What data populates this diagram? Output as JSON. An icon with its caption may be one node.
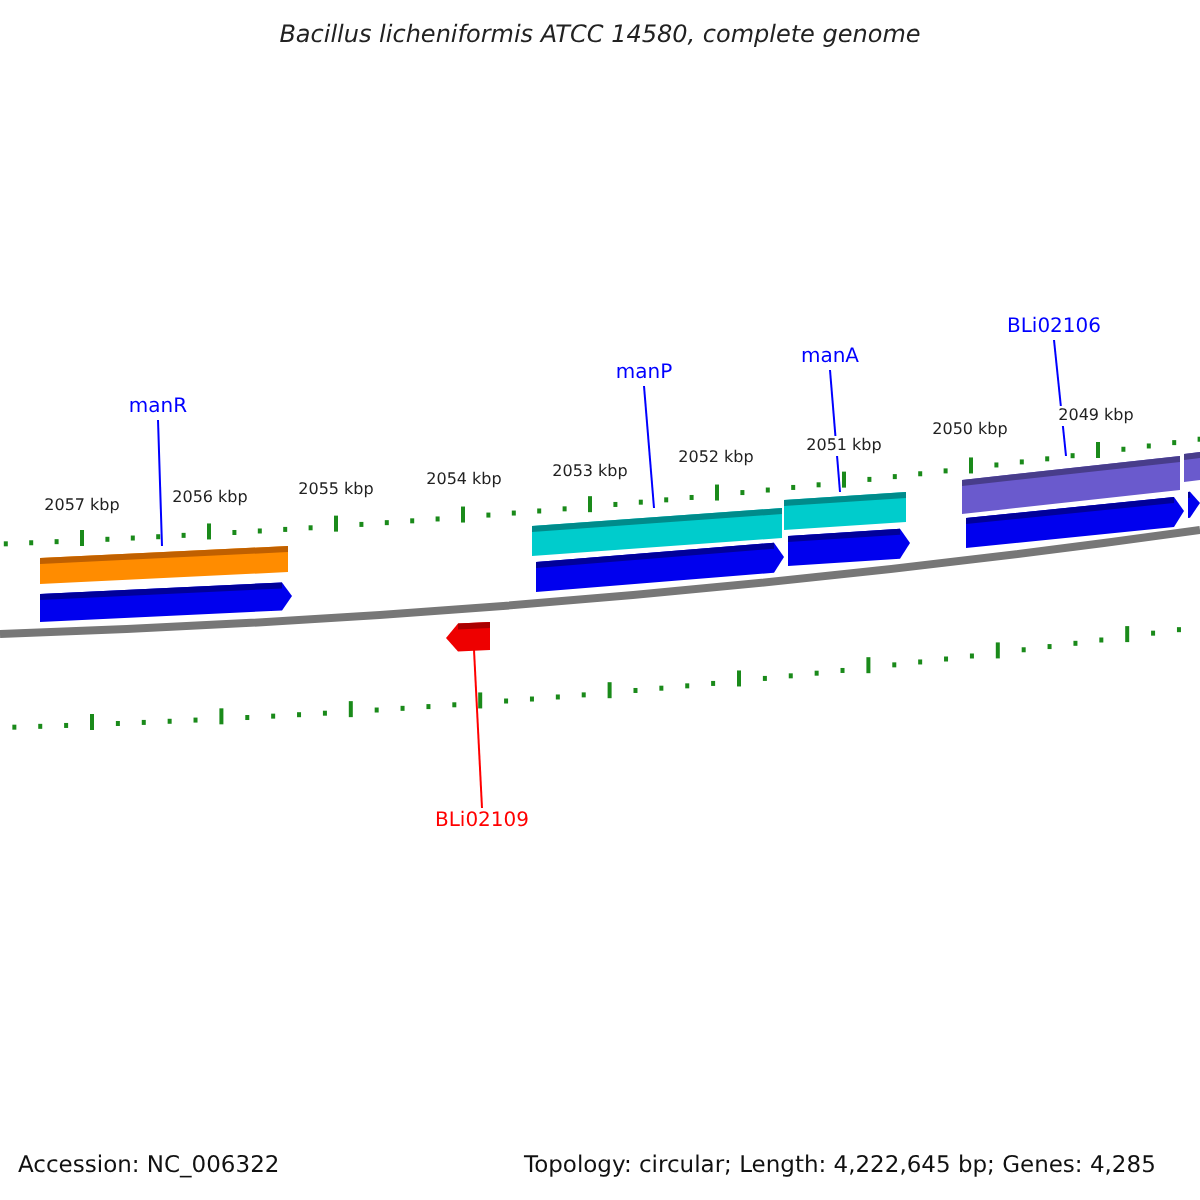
{
  "diagram": {
    "title": "Bacillus licheniformis ATCC 14580, complete genome",
    "nodes": [
      {
        "text": [
          "manR"
        ]
      },
      {
        "text": [
          "manP"
        ]
      },
      {
        "text": [
          "manA"
        ]
      },
      {
        "text": [
          "BLi02106"
        ]
      },
      {
        "text": [],
        "shape": "bar"
      },
      {
        "text": [],
        "shape": "arrow"
      },
      {
        "text": [],
        "shape": "bar"
      },
      {
        "text": [],
        "shape": "arrow"
      },
      {
        "text": [],
        "shape": "bar"
      },
      {
        "text": [],
        "shape": "arrow"
      },
      {
        "text": [],
        "shape": "bar"
      },
      {
        "text": [],
        "shape": "arrow"
      },
      {
        "text": [],
        "shape": "bar"
      },
      {
        "text": [],
        "shape": "arrow"
      },
      {
        "text": [],
        "shape": "arrow"
      },
      {
        "text": [
          "BLi02109"
        ]
      }
    ],
    "edges": [
      {
        "from": 0,
        "to": 4,
        "arrow": "none"
      },
      {
        "from": 1,
        "to": 6,
        "arrow": "none"
      },
      {
        "from": 2,
        "to": 8,
        "arrow": "none"
      },
      {
        "from": 3,
        "to": 10,
        "arrow": "none"
      },
      {
        "from": 15,
        "to": 14,
        "arrow": "none",
        "color": "#ff0000"
      }
    ],
    "labels": [
      "2057 kbp",
      "2056 kbp",
      "2055 kbp",
      "2054 kbp",
      "2053 kbp",
      "2052 kbp",
      "2051 kbp",
      "2050 kbp",
      "2049 kbp",
      "Accession: NC_006322",
      "Topology: circular; Length: 4,222,645 bp; Genes: 4,285"
    ]
  }
}
